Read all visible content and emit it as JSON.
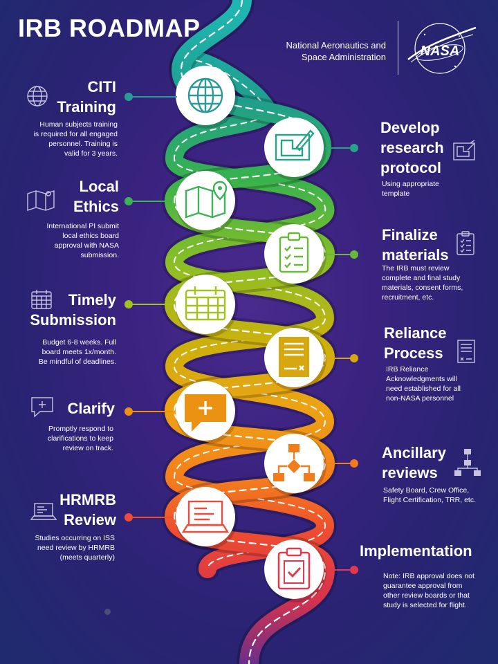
{
  "header": {
    "title": "IRB ROADMAP",
    "agency_line1": "National Aeronautics and",
    "agency_line2": "Space Administration",
    "logo_text": "NASA"
  },
  "steps": [
    {
      "id": "citi",
      "side": "left",
      "title_lines": [
        "CITI",
        "Training"
      ],
      "desc_lines": [
        "Human subjects training",
        "is required for all engaged",
        "personnel. Training is",
        "valid for 3 years."
      ],
      "icon": "globe-icon",
      "color": "#2a9a98"
    },
    {
      "id": "protocol",
      "side": "right",
      "title_lines": [
        "Develop",
        "research",
        "protocol"
      ],
      "desc_lines": [
        "Using appropriate",
        "template"
      ],
      "icon": "blueprint-icon",
      "color": "#27a38a"
    },
    {
      "id": "ethics",
      "side": "left",
      "title_lines": [
        "Local",
        "Ethics"
      ],
      "desc_lines": [
        "International PI submit",
        "local ethics board",
        "approval with NASA",
        "submission."
      ],
      "icon": "map-icon",
      "color": "#3db256"
    },
    {
      "id": "finalize",
      "side": "right",
      "title_lines": [
        "Finalize",
        "materials"
      ],
      "desc_lines": [
        "The IRB must review",
        "complete and final study",
        "materials, consent forms,",
        "recruitment, etc."
      ],
      "icon": "clipboard-checklist-icon",
      "color": "#6ab83a"
    },
    {
      "id": "timely",
      "side": "left",
      "title_lines": [
        "Timely",
        "Submission"
      ],
      "desc_lines": [
        "Budget 6-8 weeks. Full",
        "board meets 1x/month.",
        "Be mindful of deadlines."
      ],
      "icon": "calendar-icon",
      "color": "#a2c21e"
    },
    {
      "id": "reliance",
      "side": "right",
      "title_lines": [
        "Reliance",
        "Process"
      ],
      "desc_lines": [
        "IRB Reliance",
        "Acknowledgments will",
        "need established  for all",
        "non-NASA personnel"
      ],
      "icon": "document-sign-icon",
      "color": "#d6a70e"
    },
    {
      "id": "clarify",
      "side": "left",
      "title_lines": [
        "Clarify"
      ],
      "desc_lines": [
        "Promptly respond to",
        "clarifications to keep",
        "review on track."
      ],
      "icon": "speech-plus-icon",
      "color": "#ec9212"
    },
    {
      "id": "ancillary",
      "side": "right",
      "title_lines": [
        "Ancillary",
        "reviews"
      ],
      "desc_lines": [
        "Safety Board, Crew Office,",
        "Flight Certification, TRR, etc."
      ],
      "icon": "flowchart-icon",
      "color": "#f07c1b"
    },
    {
      "id": "hrmrb",
      "side": "left",
      "title_lines": [
        "HRMRB",
        "Review"
      ],
      "desc_lines": [
        "Studies occurring on ISS",
        "need review by HRMRB",
        "(meets quarterly)"
      ],
      "icon": "laptop-icon",
      "color": "#ed4c3c"
    },
    {
      "id": "implementation",
      "side": "right",
      "title_lines": [
        "Implementation"
      ],
      "desc_lines": [
        "Note: IRB approval does not",
        "guarantee approval from",
        "other review boards or that",
        "study is selected for flight."
      ],
      "icon": "clipboard-check-icon",
      "color": "#e2394f"
    }
  ]
}
